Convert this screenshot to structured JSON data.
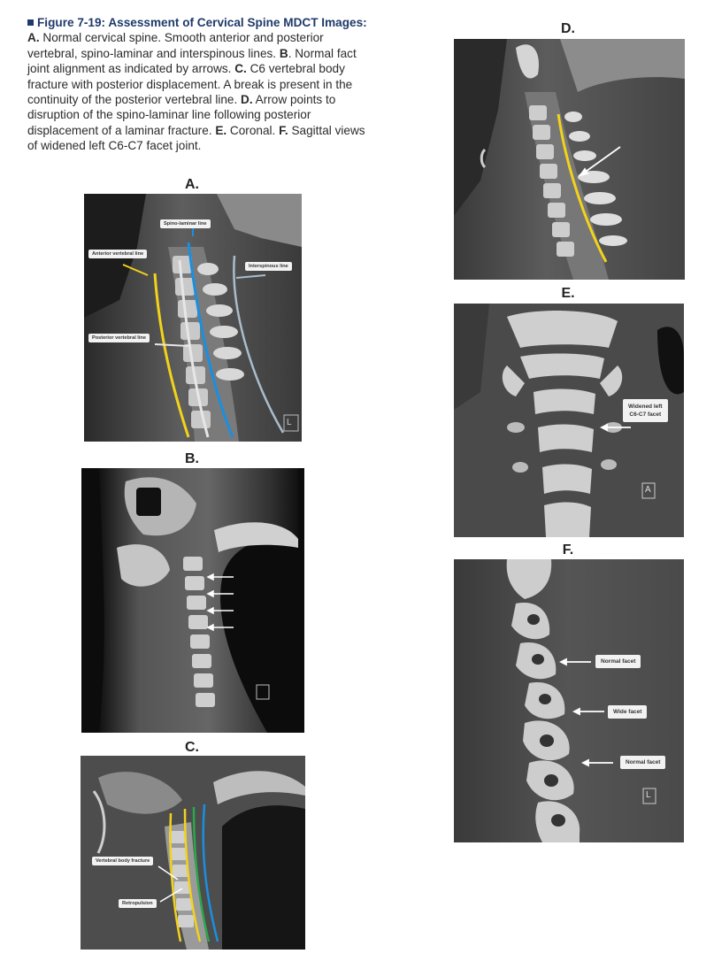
{
  "caption": {
    "title": "Figure 7-19: Assessment of Cervical Spine MDCT Images:",
    "parts": [
      {
        "label": "A.",
        "text": " Normal cervical spine. Smooth anterior and posterior vertebral, spino-laminar and interspinous lines. "
      },
      {
        "label": "B",
        "text": ". Normal fact joint alignment as indicated by arrows. "
      },
      {
        "label": "C.",
        "text": " C6 vertebral body fracture with posterior displacement. A break is present in the continuity of the posterior vertebral line. "
      },
      {
        "label": "D.",
        "text": " Arrow points to disruption of the spino-laminar line following posterior displacement of a laminar fracture. "
      },
      {
        "label": "E.",
        "text": " Coronal. "
      },
      {
        "label": "F.",
        "text": " Sagittal views of widened left C6-C7 facet joint."
      }
    ]
  },
  "panels": {
    "a": {
      "label": "A.",
      "callouts": {
        "spino_laminar": "Spino-laminar line",
        "anterior_vertebral": "Anterior vertebral line",
        "interspinous": "Interspinous line",
        "posterior_vertebral": "Posterior vertebral line"
      },
      "orientation_mark": "L"
    },
    "b": {
      "label": "B.",
      "orientation_mark": ""
    },
    "c": {
      "label": "C.",
      "callouts": {
        "vertebral_body_fracture": "Vertebral body fracture",
        "retropulsion": "Retropulsion"
      }
    },
    "d": {
      "label": "D."
    },
    "e": {
      "label": "E.",
      "callout_line1": "Widened left",
      "callout_line2": "C6-C7 facet",
      "orientation_mark": "A"
    },
    "f": {
      "label": "F.",
      "callouts": {
        "normal_facet_top": "Normal facet",
        "wide_facet": "Wide facet",
        "normal_facet_bottom": "Normal facet"
      },
      "orientation_mark": "L"
    }
  },
  "colors": {
    "title_blue": "#1f3a6b",
    "line_yellow": "#f2d21b",
    "line_blue": "#1a8fe0",
    "line_white": "#e6e6e6",
    "line_grey_blue": "#a9bccb",
    "line_green": "#2aa84a"
  }
}
